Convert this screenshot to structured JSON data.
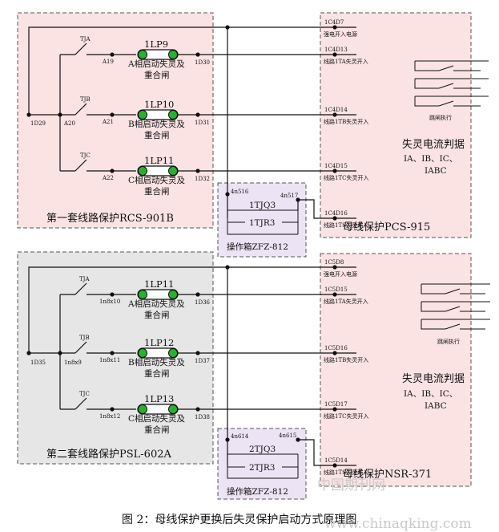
{
  "diagram": {
    "caption": "图 2：母线保护更换后失灵保护启动方式原理图",
    "watermark_cn": "中国期刊网",
    "watermark_url": "www.chinaqking.com",
    "panels": {
      "rcs": {
        "title": "第一套线路保护RCS-901B",
        "common_node": "1D29",
        "bus_node": "A20",
        "branches": [
          {
            "switch": "TJA",
            "node_in": "A19",
            "plate": "1LP9",
            "desc1": "A相启动失灵及",
            "desc2": "重合闸",
            "node_out": "1D30"
          },
          {
            "switch": "TJB",
            "node_in": "A21",
            "plate": "1LP10",
            "desc1": "B相启动失灵及",
            "desc2": "重合闸",
            "node_out": "1D31"
          },
          {
            "switch": "TJC",
            "node_in": "A22",
            "plate": "1LP11",
            "desc1": "C相启动失灵及",
            "desc2": "重合闸",
            "node_out": "1D32"
          }
        ]
      },
      "psl": {
        "title": "第二套线路保护PSL-602A",
        "common_node": "1D35",
        "bus_node": "1n8x9",
        "branches": [
          {
            "switch": "TJA",
            "node_in": "1n8x10",
            "plate": "1LP11",
            "desc1": "A相启动失灵及",
            "desc2": "重合闸",
            "node_out": "1D36"
          },
          {
            "switch": "TJB",
            "node_in": "1n8x11",
            "plate": "1LP12",
            "desc1": "B相启动失灵及",
            "desc2": "重合闸",
            "node_out": "1D37"
          },
          {
            "switch": "TJC",
            "node_in": "1n8x12",
            "plate": "1LP13",
            "desc1": "C相启动失灵及",
            "desc2": "重合闸",
            "node_out": "1D38"
          }
        ]
      },
      "box1": {
        "title": "操作箱ZFZ-812",
        "node_in": "4n516",
        "node_out": "4n517",
        "relay_a": "1TJQ3",
        "relay_b": "1TJR3"
      },
      "box2": {
        "title": "操作箱ZFZ-812",
        "node_in": "4n614",
        "node_out": "4n615",
        "relay_a": "2TJQ3",
        "relay_b": "2TJR3"
      },
      "pcs": {
        "title": "母线保护PCS-915",
        "judge": "失灵电流判据",
        "currents": "IA、IB、IC、",
        "iabc": "IABC",
        "exec": "跳闸执行",
        "terms": [
          {
            "node": "1C4D7",
            "label": "强电开入电源"
          },
          {
            "node": "1C4D13",
            "label": "线路1TA失灵开入"
          },
          {
            "node": "1C4D14",
            "label": "线路1TB失灵开入"
          },
          {
            "node": "1C4D15",
            "label": "线路1TC失灵开入"
          },
          {
            "node": "1C4D16",
            "label": "线路1TS失灵开入"
          }
        ]
      },
      "nsr": {
        "title": "母线保护NSR-371",
        "judge": "失灵电流判据",
        "currents": "IA、IB、IC、",
        "iabc": "IABC",
        "exec": "跳闸执行",
        "terms": [
          {
            "node": "1C5D8",
            "label": "强电开入电源"
          },
          {
            "node": "1C5D15",
            "label": "线路1TA失灵开入"
          },
          {
            "node": "1C5D16",
            "label": "线路1TB失灵开入"
          },
          {
            "node": "1C5D17",
            "label": "线路1TC失灵开入"
          },
          {
            "node": "1C5D14",
            "label": "线路1TS失灵开入"
          }
        ]
      }
    },
    "colors": {
      "pink_panel": "#fbe3e4",
      "grey_panel": "#e6e6e6",
      "lilac_panel": "#ece3f4",
      "plate_green": "#27b12f",
      "watermark": "#c9c9c9"
    }
  }
}
